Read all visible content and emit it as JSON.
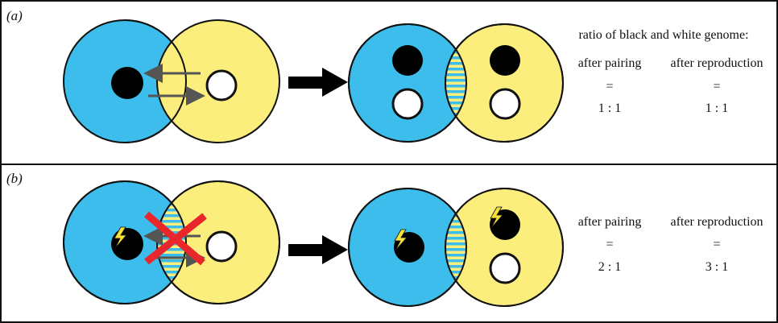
{
  "panels": [
    {
      "label": "(a)",
      "heading": "ratio of black and white genome:",
      "ratios": [
        {
          "title": "after pairing",
          "equals": "=",
          "value": "1 : 1"
        },
        {
          "title": "after reproduction",
          "equals": "=",
          "value": "1 : 1"
        }
      ]
    },
    {
      "label": "(b)",
      "heading": "",
      "ratios": [
        {
          "title": "after pairing",
          "equals": "=",
          "value": "2 : 1"
        },
        {
          "title": "after reproduction",
          "equals": "=",
          "value": "3 : 1"
        }
      ]
    }
  ],
  "colors": {
    "blue_cell": "#3CBDEB",
    "yellow_cell": "#FBEE7C",
    "genome_black": "#000000",
    "genome_white": "#ffffff",
    "transfer_arrow": "#555555",
    "blocked_cross": "#E8262B",
    "lightning": "#F6E23A",
    "border": "#111111"
  },
  "icons": {
    "main_arrow": "right-arrow-icon",
    "blocked": "red-x-icon",
    "mutation": "lightning-icon"
  }
}
